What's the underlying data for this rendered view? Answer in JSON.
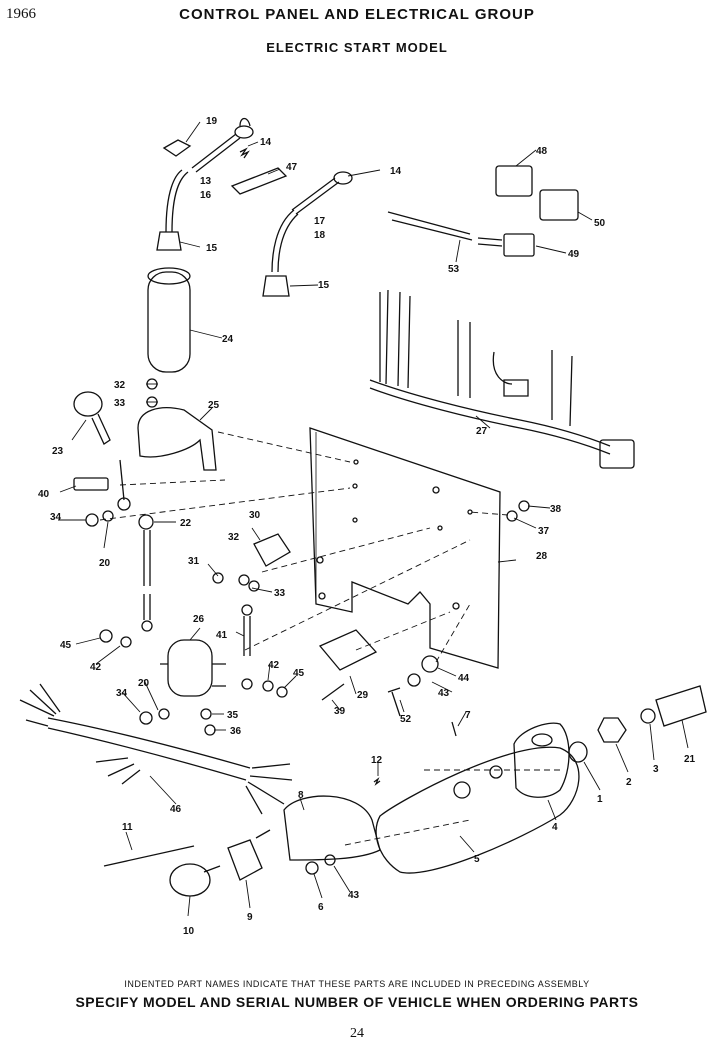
{
  "header": {
    "year": "1966",
    "title": "CONTROL PANEL AND ELECTRICAL GROUP",
    "subtitle": "ELECTRIC START MODEL"
  },
  "callouts": [
    "1",
    "2",
    "3",
    "4",
    "5",
    "6",
    "7",
    "8",
    "9",
    "10",
    "11",
    "12",
    "13",
    "14",
    "14",
    "15",
    "15",
    "16",
    "17",
    "18",
    "19",
    "20",
    "20",
    "21",
    "22",
    "23",
    "24",
    "25",
    "26",
    "27",
    "28",
    "29",
    "30",
    "31",
    "32",
    "32",
    "33",
    "33",
    "34",
    "34",
    "35",
    "36",
    "37",
    "38",
    "39",
    "40",
    "41",
    "42",
    "42",
    "43",
    "43",
    "44",
    "45",
    "45",
    "46",
    "47",
    "48",
    "49",
    "50",
    "52",
    "53"
  ],
  "footer": {
    "note": "INDENTED PART NAMES INDICATE THAT THESE PARTS ARE INCLUDED IN PRECEDING ASSEMBLY",
    "instruction": "SPECIFY MODEL AND SERIAL NUMBER OF  VEHICLE  WHEN ORDERING PARTS",
    "page_number": "24"
  }
}
